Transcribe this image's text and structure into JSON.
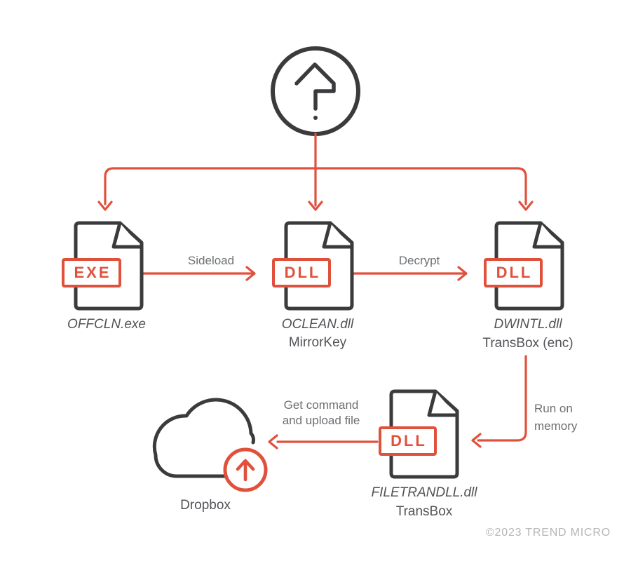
{
  "colors": {
    "accent": "#e0513c",
    "ink": "#3b3b3d",
    "label": "#525357",
    "muted": "#6d7073",
    "footer": "#b5b5b5"
  },
  "icons": {
    "source": "unknown-question-arrow-icon",
    "cloud": "cloud-icon",
    "upload": "upload-arrow-icon",
    "file": "document-icon"
  },
  "nodes": {
    "offcln": {
      "badge": "EXE",
      "filename": "OFFCLN.exe"
    },
    "oclean": {
      "badge": "DLL",
      "filename": "OCLEAN.dll",
      "payload": "MirrorKey"
    },
    "dwintl": {
      "badge": "DLL",
      "filename": "DWINTL.dll",
      "payload": "TransBox (enc)"
    },
    "filetrandll": {
      "badge": "DLL",
      "filename": "FILETRANDLL.dll",
      "payload": "TransBox"
    },
    "dropbox": {
      "label": "Dropbox"
    }
  },
  "edges": {
    "sideload": {
      "label": "Sideload"
    },
    "decrypt": {
      "label": "Decrypt"
    },
    "run_on_memory": {
      "line1": "Run on",
      "line2": "memory"
    },
    "get_command": {
      "line1": "Get command",
      "line2": "and upload file"
    }
  },
  "footer": {
    "copyright": "©2023 TREND MICRO"
  }
}
